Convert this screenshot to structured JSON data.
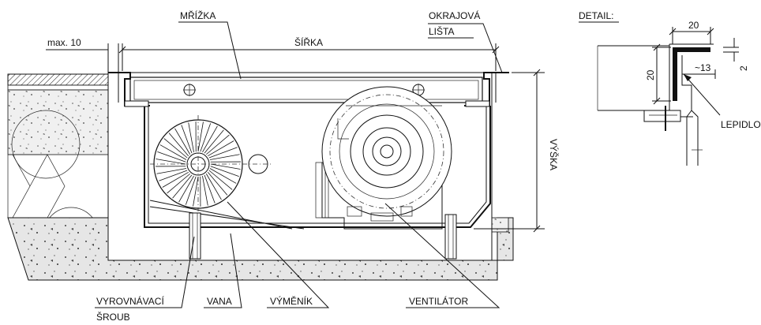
{
  "labels": {
    "grille": "MŘÍŽKA",
    "edge_strip_line1": "OKRAJOVÁ",
    "edge_strip_line2": "LIŠTA",
    "detail": "DETAIL:",
    "width": "ŠÍŘKA",
    "max_gap": "max. 10",
    "height": "VÝŠKA",
    "leveling_screw_line1": "VYROVNÁVACÍ",
    "leveling_screw_line2": "ŠROUB",
    "tray": "VANA",
    "exchanger": "VÝMĚNÍK",
    "fan": "VENTILÁTOR",
    "glue": "LEPIDLO"
  },
  "detail_dimensions": {
    "top_width": "20",
    "side_height": "20",
    "inner_width": "~13",
    "thickness": "2"
  },
  "colors": {
    "ink": "#111111",
    "concrete_fill": "#f1f1f1",
    "screed_fill": "#e4e4e4"
  }
}
